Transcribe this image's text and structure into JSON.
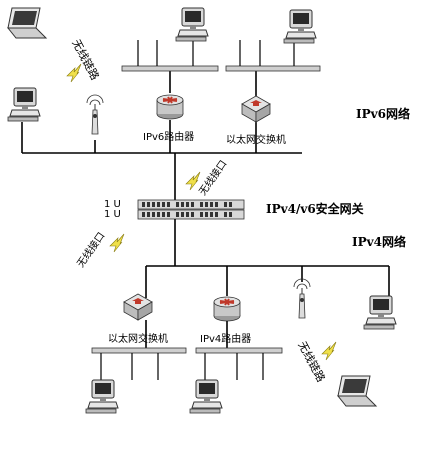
{
  "labels": {
    "ipv6_network": "IPv6网络",
    "ipv4_network": "IPv4网络",
    "gateway": "IPv4/v6安全网关",
    "ipv6_router": "IPv6路由器",
    "ipv4_router": "IPv4路由器",
    "eth_switch_top": "以太网交换机",
    "eth_switch_bottom": "以太网交换机",
    "wireless_link_top": "无线链路",
    "wireless_link_bottom": "无线链路",
    "wireless_port_top": "无线接口",
    "wireless_port_bottom": "无线接口",
    "port_marks": "1 U\n1 U"
  },
  "icons": {
    "laptop": "laptop-icon",
    "desktop": "desktop-computer-icon",
    "router": "router-icon",
    "switch": "ethernet-switch-icon",
    "antenna": "wireless-antenna-icon",
    "lightning": "wireless-signal-icon",
    "gateway": "security-gateway-icon"
  },
  "colors": {
    "line": "#000000",
    "device_gray": "#c8c8c8",
    "router_red": "#c0392b",
    "signal_yellow": "#e8d43a"
  }
}
